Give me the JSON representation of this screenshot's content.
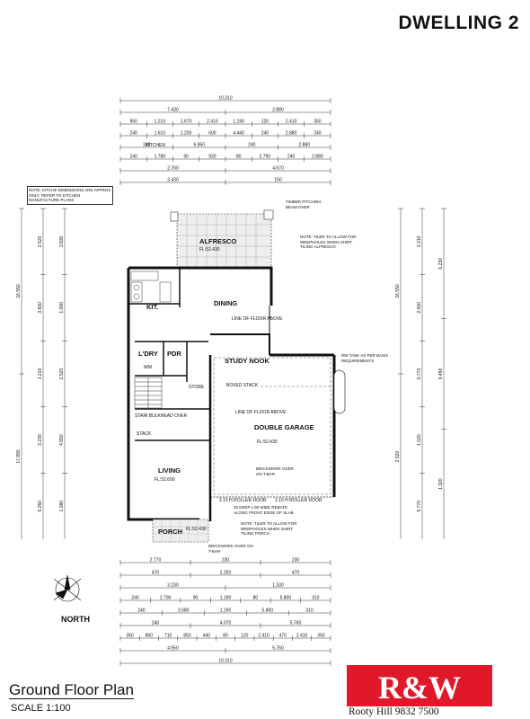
{
  "header": {
    "title": "DWELLING 2"
  },
  "footer": {
    "plan_title": "Ground Floor Plan",
    "scale": "SCALE 1:100",
    "office": "Rooty Hill 9832 7500"
  },
  "logo": {
    "text": "R&W",
    "color": "#e1172a"
  },
  "compass": {
    "label": "NORTH"
  },
  "notes": {
    "kitchen": "NOTE: KITCHE DIMENSIONS ARE APPROX ONLY. REFER TO KITCHEN MANUFACTURE PLANS",
    "tiler_top": "NOTE: TILER TO ALLOW FOR WEEPHOLES WHEN SHIRT TILING ALFRESCO",
    "tiler_bottom": "NOTE: TILER TO ALLOW FOR WEEPHOLES WHEN SHIRT TILING PORCH",
    "timber": "TIMBER PITCHING BEAM OVER",
    "rw_tank": "RW TANK AS PER BASIX REQUIREMENTS",
    "brickwork1": "BRICKWORK OVER ON T-BAR",
    "brickwork2": "BRICKWORK OVER ON T-BAR",
    "rebate": "20 DEEP x 90 WIDE REBATE ALONG FRONT EDGE OF SLAB"
  },
  "rooms": {
    "alfresco": "ALFRESCO",
    "alfresco_fl": "FL:52.430",
    "kit": "KIT.",
    "dining": "DINING",
    "line_floor_above": "LINE OF FLOOR ABOVE",
    "study": "STUDY NOOK",
    "ldry": "L'DRY",
    "pdr": "PDR",
    "wm": "WM",
    "store": "STORE",
    "garage": "DOUBLE GARAGE",
    "garage_fl": "FL:52.430",
    "garage_line": "LINE OF FLOOR ABOVE",
    "living": "LIVING",
    "living_fl": "FL:52.600",
    "porch": "PORCH",
    "porch_fl": "FL:52.430",
    "roller1": "2.15 H ROLLER DOOR",
    "roller2": "2.15 H ROLLER DOOR",
    "boxed_stack": "BOXED STACK",
    "stack": "STACK",
    "bulkhead": "STAIR BULKHEAD OVER",
    "kitchen": "KITCHEN"
  },
  "dims": {
    "top": [
      [
        "10.310"
      ],
      [
        "7.430",
        "2.880"
      ],
      [
        "950",
        "1.210",
        "1.670",
        "2.410",
        "1.190",
        "120",
        "2.410",
        "350"
      ],
      [
        "240",
        "1.610",
        "1.200",
        "600",
        "4.440",
        "240",
        "2.880",
        "240"
      ],
      [
        "240",
        "6.950",
        "240",
        "2.880"
      ],
      [
        "240",
        "1.780",
        "90",
        "920",
        "80",
        "2.790",
        "240",
        "2.880"
      ],
      [
        "2.760",
        "4.670"
      ],
      [
        "3.430",
        "150"
      ]
    ],
    "bottom": [
      [
        "2.770",
        "230",
        "230"
      ],
      [
        "470",
        "2.250",
        "470"
      ],
      [
        "3.230",
        "1.330"
      ],
      [
        "240",
        "2.790",
        "90",
        "1.190",
        "80",
        "5.800",
        "310"
      ],
      [
        "240",
        "2.680",
        "1.190",
        "5.800",
        "310"
      ],
      [
        "240",
        "4.070",
        "5.760"
      ],
      [
        "350",
        "850",
        "710",
        "850",
        "440",
        "80",
        "120",
        "2.410",
        "470",
        "2.410",
        "350"
      ],
      [
        "4.550",
        "5.760"
      ],
      [
        "10.310"
      ]
    ],
    "left": [
      "16.550",
      "17.890",
      "2.520",
      "3.830",
      "1.210",
      "3.230",
      "5.250",
      "3.830",
      "1.090",
      "2.520",
      "4.550",
      "1.080"
    ],
    "right": [
      "16.550",
      "2.520",
      "3.210",
      "2.000",
      "5.770",
      "1.020",
      "5.770",
      "6.230",
      "9.450",
      "1.320"
    ]
  }
}
